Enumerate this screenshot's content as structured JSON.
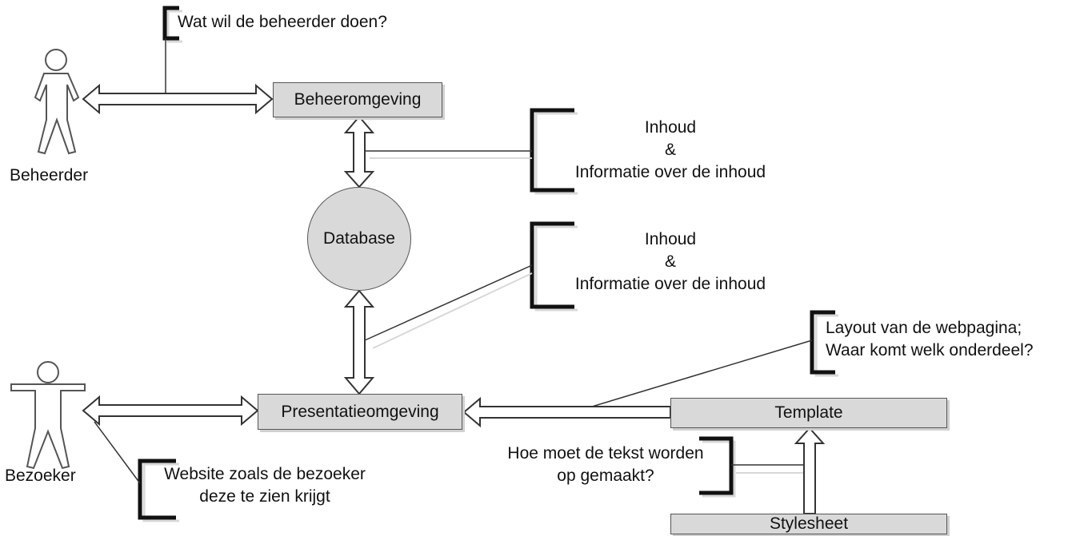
{
  "actors": {
    "admin": "Beheerder",
    "visitor": "Bezoeker"
  },
  "nodes": {
    "admin_env": "Beheeromgeving",
    "database": "Database",
    "presentation_env": "Presentatieomgeving",
    "template": "Template",
    "stylesheet": "Stylesheet"
  },
  "annotations": {
    "admin_question": "Wat wil de beheerder doen?",
    "content_1": {
      "line1": "Inhoud",
      "line2": "&",
      "line3": "Informatie over de inhoud"
    },
    "content_2": {
      "line1": "Inhoud",
      "line2": "&",
      "line3": "Informatie over de inhoud"
    },
    "layout": {
      "line1": "Layout van de webpagina;",
      "line2": "Waar komt welk onderdeel?"
    },
    "text_style": {
      "line1": "Hoe moet de tekst worden",
      "line2": "op gemaakt?"
    },
    "website_view": {
      "line1": "Website zoals de bezoeker",
      "line2": "deze te zien krijgt"
    }
  }
}
